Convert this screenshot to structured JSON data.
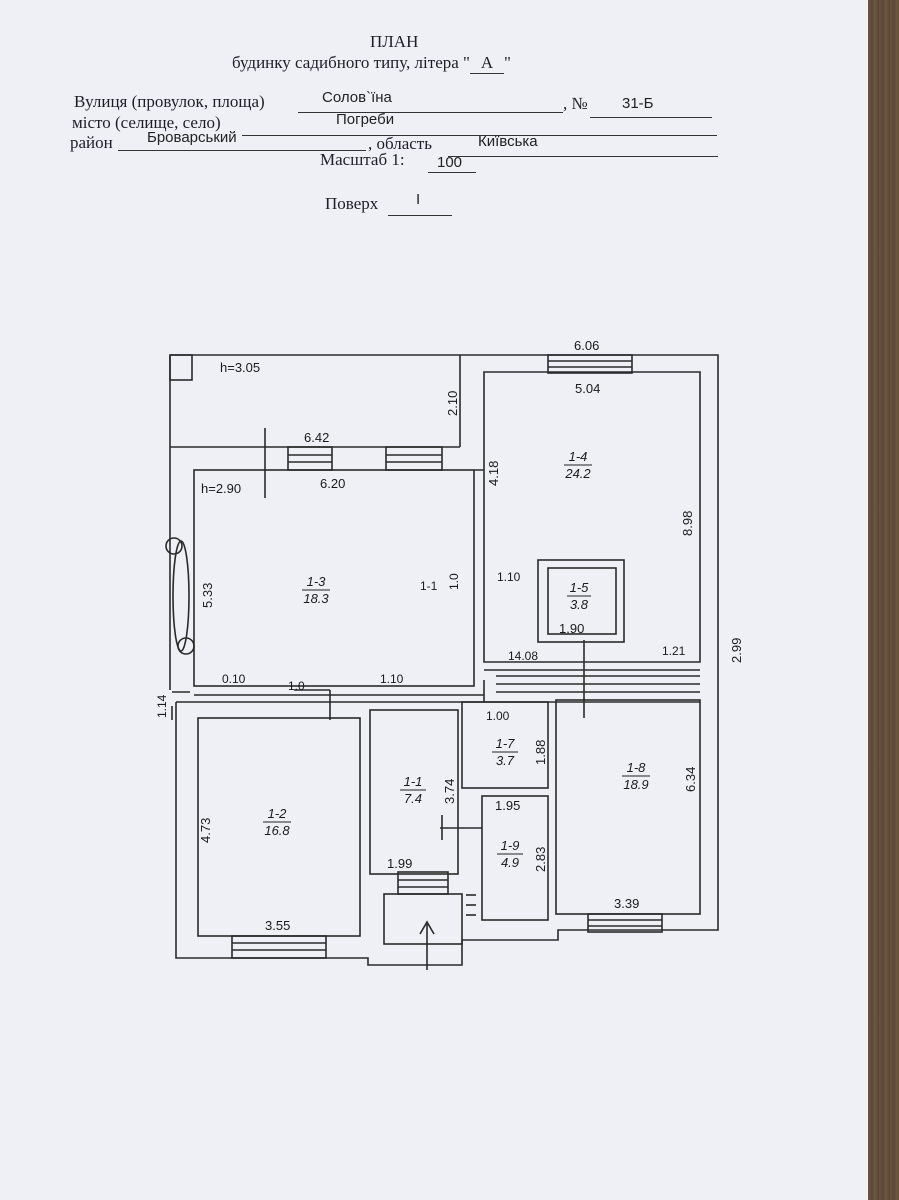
{
  "header": {
    "title": "ПЛАН",
    "subtitle": "будинку садибного типу, літера \"",
    "subtitle_letter": "А",
    "subtitle_end": "\"",
    "street_label": "Вулиця (провулок, площа)",
    "street_value": "Солов`їна",
    "number_label": ", №",
    "number_value": "31-Б",
    "city_label": "місто (селище, село)",
    "city_value": "Погреби",
    "district_label": "район",
    "district_value": "Броварський",
    "region_label": ", область",
    "region_value": "Київська",
    "scale_label": "Масштаб 1:",
    "scale_value": "100",
    "floor_label": "Поверх",
    "floor_value": "І"
  },
  "plan": {
    "heights": [
      "h=3.05",
      "h=2.90"
    ],
    "dimensions": [
      "6.06",
      "5.04",
      "2.10",
      "6.42",
      "6.20",
      "4.18",
      "8.98",
      "5.33",
      "1.90",
      "1.88",
      "3.74",
      "1.95",
      "2.83",
      "6.34",
      "4.73",
      "1.99",
      "3.55",
      "3.39",
      "2.99",
      "1.14",
      "14.08",
      "0.10",
      "1.00",
      "1.10"
    ],
    "rooms": [
      {
        "id": "1-3",
        "area": "18.3"
      },
      {
        "id": "1-4",
        "area": "24.2"
      },
      {
        "id": "1-5",
        "area": "3.8"
      },
      {
        "id": "1-2",
        "area": "16.8"
      },
      {
        "id": "1-1",
        "area": "7.4"
      },
      {
        "id": "1-7",
        "area": "3.7"
      },
      {
        "id": "1-8",
        "area": "18.9"
      },
      {
        "id": "1-9",
        "area": "4.9"
      }
    ]
  }
}
